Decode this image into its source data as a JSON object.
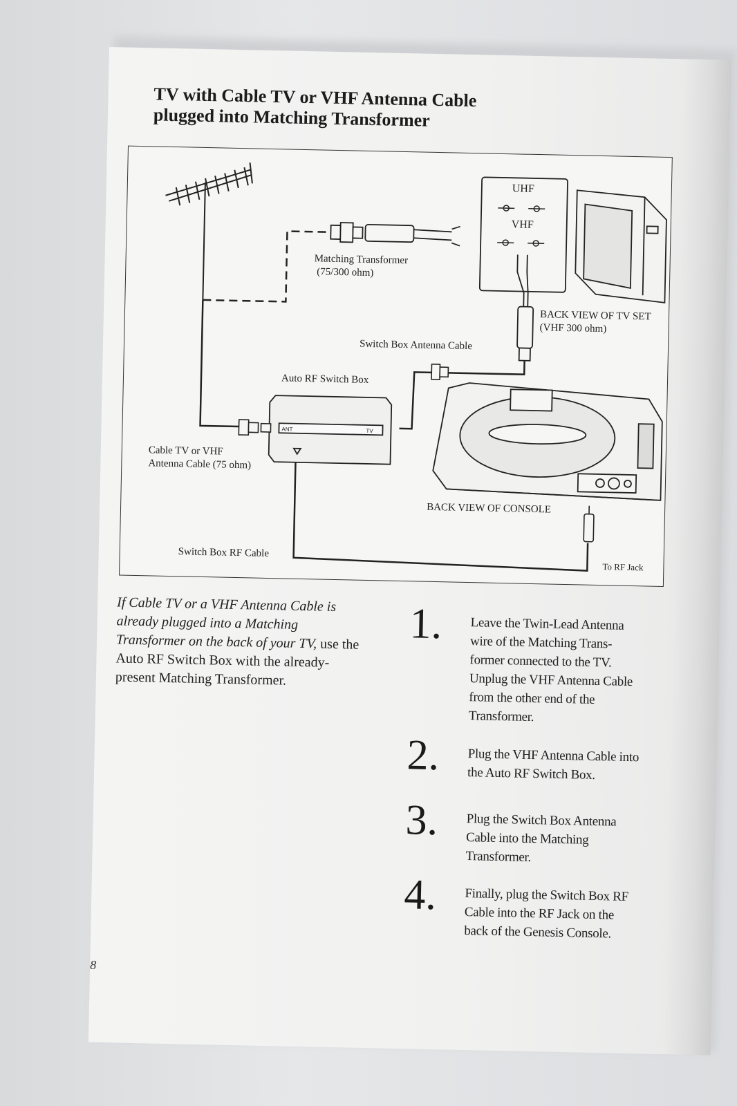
{
  "title": {
    "line1": "TV with Cable TV or VHF Antenna Cable",
    "line2": "plugged into Matching Transformer"
  },
  "diagram": {
    "matching_transformer": [
      "Matching Transformer",
      "(75/300 ohm)"
    ],
    "uhf": "UHF",
    "vhf": "VHF",
    "back_view_tv": [
      "BACK VIEW OF TV SET",
      "(VHF 300 ohm)"
    ],
    "switch_box_antenna_cable": "Switch Box Antenna Cable",
    "auto_rf_switch_box": "Auto RF Switch Box",
    "cable_tv_vhf": [
      "Cable TV or VHF",
      "Antenna Cable (75 ohm)"
    ],
    "back_view_console": "BACK VIEW OF CONSOLE",
    "switch_box_rf_cable": "Switch Box RF Cable",
    "to_rf_jack": "To RF Jack",
    "ant_label": "ANT",
    "tv_label": "TV"
  },
  "intro": {
    "italic": "If Cable TV or a VHF Antenna Cable is already plugged into a Matching Transformer on the back of your TV,",
    "plain": "use the Auto RF Switch Box with the already-present Matching Transformer."
  },
  "steps": [
    {
      "num": "1.",
      "text": "Leave the Twin-Lead Antenna wire of the Matching Trans-former connected to the TV. Unplug the VHF Antenna Cable from the other end of the Transformer."
    },
    {
      "num": "2.",
      "text": "Plug the VHF Antenna Cable into the Auto RF Switch Box."
    },
    {
      "num": "3.",
      "text": "Plug the Switch Box Antenna Cable into the Matching Transformer."
    },
    {
      "num": "4.",
      "text": "Finally, plug the Switch Box RF Cable into the RF Jack on the back of the Genesis Console."
    }
  ],
  "page_number": "8"
}
